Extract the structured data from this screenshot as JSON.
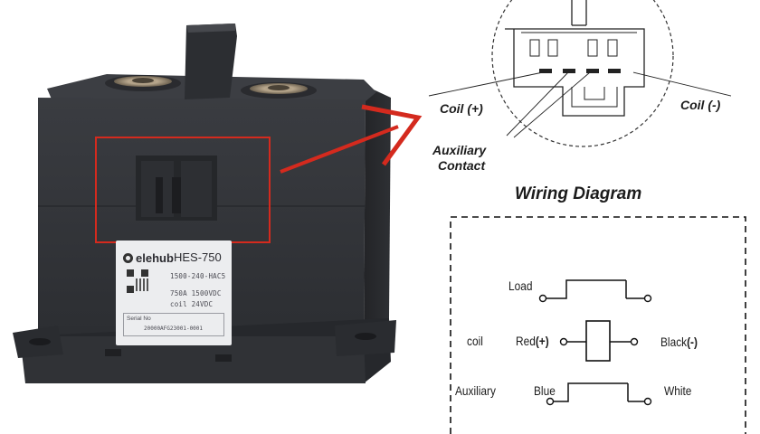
{
  "product": {
    "brand": "elehub",
    "model": "HES-750",
    "part_number": "1500-240-HAC5",
    "rating_line": "750A 1500VDC",
    "coil_line": "coil 24VDC",
    "serial_label": "Serial No",
    "serial_value": "20000AFG23001-0001"
  },
  "connector_callout": {
    "coil_positive": "Coil (+)",
    "coil_negative": "Coil (-)",
    "auxiliary_contact_line1": "Auxiliary",
    "auxiliary_contact_line2": "Contact"
  },
  "wiring_diagram": {
    "title": "Wiring Diagram",
    "load": "Load",
    "coil": "coil",
    "red_text": "Red",
    "red_sign": "(+)",
    "black_text": "Black",
    "black_sign": "(-)",
    "auxiliary": "Auxiliary",
    "blue": "Blue",
    "white": "White"
  },
  "colors": {
    "highlight_red": "#d42a1e",
    "housing": "#2f3136",
    "label_bg": "#ecedef"
  }
}
